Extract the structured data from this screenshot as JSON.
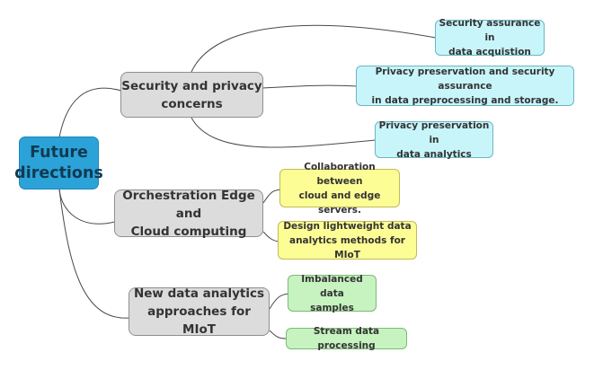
{
  "diagram": {
    "root": {
      "label": "Future\ndirections",
      "color": "#2ba3d8"
    },
    "branches": [
      {
        "label": "Security and privacy\nconcerns",
        "color": "#dcdcdc",
        "children": [
          {
            "label": "Security assurance in\ndata acquistion",
            "color": "#c8f5fa"
          },
          {
            "label": "Privacy preservation and security assurance\nin data preprocessing and storage.",
            "color": "#c8f5fa"
          },
          {
            "label": "Privacy preservation in\ndata analytics",
            "color": "#c8f5fa"
          }
        ]
      },
      {
        "label": "Orchestration Edge and\nCloud computing",
        "color": "#dcdcdc",
        "children": [
          {
            "label": "Collaboration between\ncloud and edge servers.",
            "color": "#fdfd96"
          },
          {
            "label": "Design lightweight data\nanalytics methods for MIoT",
            "color": "#fdfd96"
          }
        ]
      },
      {
        "label": "New data analytics\napproaches for MIoT",
        "color": "#dcdcdc",
        "children": [
          {
            "label": "Imbalanced data\nsamples",
            "color": "#c6f3c0"
          },
          {
            "label": "Stream data processing",
            "color": "#c6f3c0"
          }
        ]
      }
    ]
  }
}
